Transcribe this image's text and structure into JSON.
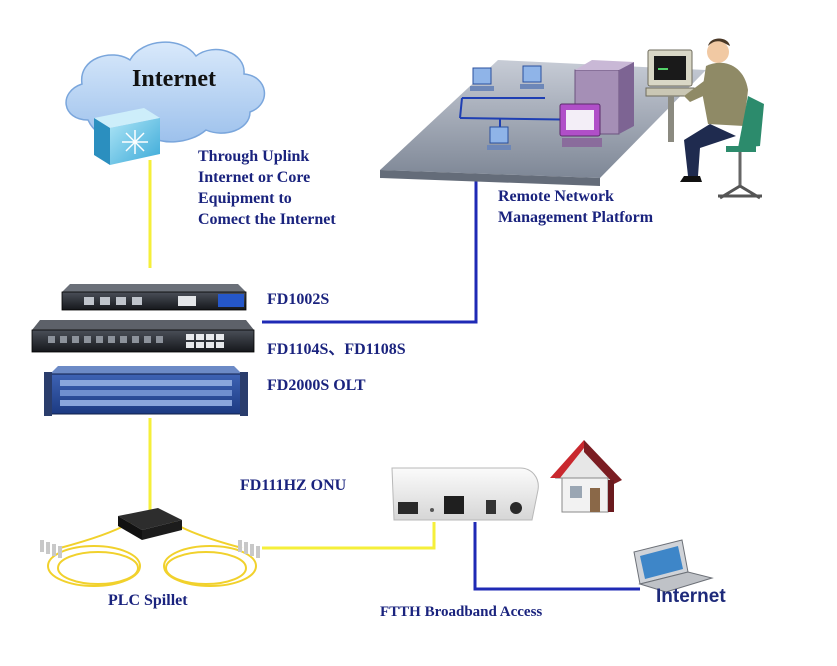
{
  "cloud": {
    "label": "Internet"
  },
  "uplink_note": {
    "lines": [
      "Through Uplink",
      "Internet or Core",
      "Equipment to",
      "Comect the Internet"
    ]
  },
  "remote": {
    "lines": [
      "Remote Network",
      "Management Platform"
    ]
  },
  "devices": {
    "fd1002s": "FD1002S",
    "fd1104s": "FD1104S、FD1108S",
    "fd2000s": "FD2000S OLT",
    "onu": "FD111HZ ONU"
  },
  "splitter": {
    "label": "PLC Spillet"
  },
  "ftth": {
    "label": "FTTH Broadband Access"
  },
  "laptop": {
    "label": "Internet"
  },
  "colors": {
    "fiber_line": "#f5ef3a",
    "network_line": "#1f2ab5",
    "label_text": "#1a237e",
    "cloud_fill": "#b9d5f2"
  },
  "icons": [
    "cloud-icon",
    "switch-icon",
    "lan-platform-icon",
    "operator-icon",
    "rack-switch-icon",
    "olt-chassis-icon",
    "plc-splitter-icon",
    "onu-icon",
    "house-icon",
    "laptop-icon"
  ]
}
